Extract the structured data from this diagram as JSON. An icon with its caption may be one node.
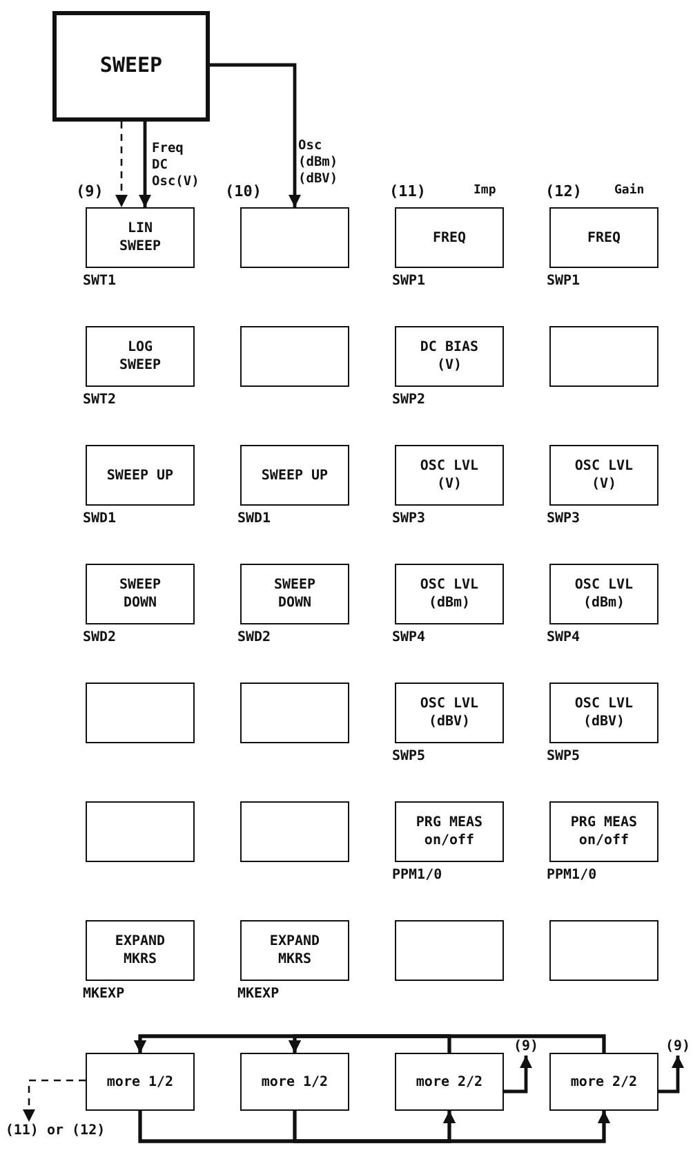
{
  "diagram": {
    "nodes": [
      {
        "text": [
          "SWEEP"
        ]
      },
      {
        "text": [
          "LIN SWEEP"
        ],
        "beside": [
          "SWT1"
        ]
      },
      {
        "text": [],
        "shape": "box"
      },
      {
        "text": [
          "FREQ"
        ],
        "beside": [
          "SWP1"
        ]
      },
      {
        "text": [
          "FREQ"
        ],
        "beside": [
          "SWP1"
        ]
      },
      {
        "text": [
          "LOG SWEEP"
        ],
        "beside": [
          "SWT2"
        ]
      },
      {
        "text": [],
        "shape": "box"
      },
      {
        "text": [
          "DC BIAS (V)"
        ],
        "beside": [
          "SWP2"
        ]
      },
      {
        "text": [],
        "shape": "box"
      },
      {
        "text": [
          "SWEEP UP"
        ],
        "beside": [
          "SWD1"
        ]
      },
      {
        "text": [
          "SWEEP UP"
        ],
        "beside": [
          "SWD1"
        ]
      },
      {
        "text": [
          "OSC LVL (V)"
        ],
        "beside": [
          "SWP3"
        ]
      },
      {
        "text": [
          "OSC LVL (V)"
        ],
        "beside": [
          "SWP3"
        ]
      },
      {
        "text": [
          "SWEEP DOWN"
        ],
        "beside": [
          "SWD2"
        ]
      },
      {
        "text": [
          "SWEEP DOWN"
        ],
        "beside": [
          "SWD2"
        ]
      },
      {
        "text": [
          "OSC LVL (dBm)"
        ],
        "beside": [
          "SWP4"
        ]
      },
      {
        "text": [
          "OSC LVL (dBm)"
        ],
        "beside": [
          "SWP4"
        ]
      },
      {
        "text": [],
        "shape": "box"
      },
      {
        "text": [],
        "shape": "box"
      },
      {
        "text": [
          "OSC LVL (dBV)"
        ],
        "beside": [
          "SWP5"
        ]
      },
      {
        "text": [
          "OSC LVL (dBV)"
        ],
        "beside": [
          "SWP5"
        ]
      },
      {
        "text": [],
        "shape": "box"
      },
      {
        "text": [],
        "shape": "box"
      },
      {
        "text": [
          "PRG MEAS on/off"
        ],
        "beside": [
          "PPM1/0"
        ]
      },
      {
        "text": [
          "PRG MEAS on/off"
        ],
        "beside": [
          "PPM1/0"
        ]
      },
      {
        "text": [
          "EXPAND MKRS"
        ],
        "beside": [
          "MKEXP"
        ]
      },
      {
        "text": [
          "EXPAND MKRS"
        ],
        "beside": [
          "MKEXP"
        ]
      },
      {
        "text": [],
        "shape": "box"
      },
      {
        "text": [],
        "shape": "box"
      },
      {
        "text": [
          "more 1/2"
        ]
      },
      {
        "text": [
          "more 1/2"
        ]
      },
      {
        "text": [
          "more 2/2"
        ]
      },
      {
        "text": [
          "more 2/2"
        ]
      },
      {
        "text": [
          "(9)"
        ]
      },
      {
        "text": [
          "(9)"
        ]
      },
      {
        "text": [
          "(11) or (12)"
        ]
      }
    ],
    "edges": [
      {
        "from": 0,
        "to": 1,
        "arrow": "to",
        "style": "dashed"
      },
      {
        "from": 0,
        "to": 1,
        "arrow": "to",
        "label": "Freq DC Osc(V)"
      },
      {
        "from": 0,
        "to": 2,
        "arrow": "to",
        "label": "Osc (dBm) (dBV)"
      },
      {
        "from": 31,
        "to": 29,
        "arrow": "to"
      },
      {
        "from": 31,
        "to": 30,
        "arrow": "to"
      },
      {
        "from": 32,
        "to": 29,
        "arrow": "to"
      },
      {
        "from": 32,
        "to": 30,
        "arrow": "to"
      },
      {
        "from": 29,
        "to": 31,
        "arrow": "to"
      },
      {
        "from": 29,
        "to": 32,
        "arrow": "to"
      },
      {
        "from": 30,
        "to": 31,
        "arrow": "to"
      },
      {
        "from": 30,
        "to": 32,
        "arrow": "to"
      },
      {
        "from": 31,
        "to": 33,
        "arrow": "to"
      },
      {
        "from": 32,
        "to": 34,
        "arrow": "to"
      },
      {
        "from": 29,
        "to": 35,
        "arrow": "to",
        "style": "dashed"
      }
    ],
    "labels": [
      "(9)",
      "(10)",
      "(11)",
      "Imp",
      "(12)",
      "Gain"
    ]
  }
}
